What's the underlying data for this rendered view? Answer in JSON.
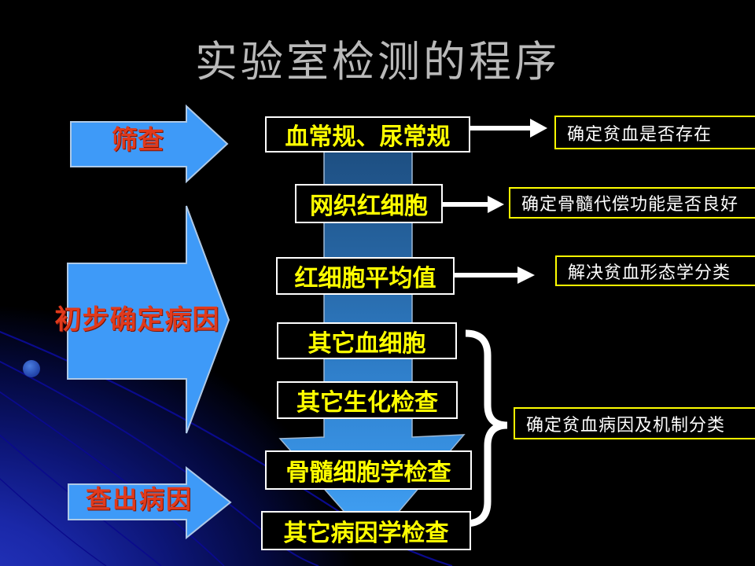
{
  "title": "实验室检测的程序",
  "stage_arrows": [
    {
      "label": "筛查"
    },
    {
      "label": "初步确定病因"
    },
    {
      "label": "查出病因"
    }
  ],
  "test_boxes": [
    {
      "label": "血常规、尿常规"
    },
    {
      "label": "网织红细胞"
    },
    {
      "label": "红细胞平均值"
    },
    {
      "label": "其它血细胞"
    },
    {
      "label": "其它生化检查"
    },
    {
      "label": "骨髓细胞学检查"
    },
    {
      "label": "其它病因学检查"
    }
  ],
  "purpose_boxes": [
    {
      "label": "确定贫血是否存在"
    },
    {
      "label": "确定骨髓代偿功能是否良好"
    },
    {
      "label": "解决贫血形态学分类"
    },
    {
      "label": "确定贫血病因及机制分类"
    }
  ],
  "colors": {
    "background": "#000000",
    "stage_arrow_blue": "#3E9AF8",
    "stage_arrow_edge": "#AFC9E6",
    "big_arrow_top": "#1B4878",
    "big_arrow_bottom": "#42A3F8",
    "stage_label_red": "#E03A1C",
    "test_label_yellow": "#FFFF00",
    "test_box_border": "#FFFFFF",
    "purpose_box_border": "#FFFF00",
    "purpose_text": "#FFFFFF",
    "title_gray": "#B9B9B9",
    "connector_white": "#FFFFFF",
    "decor_curve_navy": "#0A0A8C",
    "decor_dot_blue": "#2B57C8"
  }
}
